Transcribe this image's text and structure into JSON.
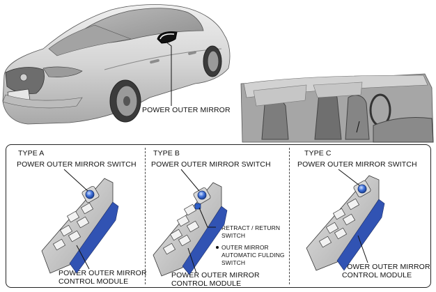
{
  "labels": {
    "power_outer_mirror": "POWER OUTER MIRROR",
    "type_a": "TYPE A",
    "type_b": "TYPE B",
    "type_c": "TYPE C",
    "switch_a": "POWER OUTER MIRROR SWITCH",
    "switch_b": "POWER OUTER MIRROR SWITCH",
    "switch_c": "POWER OUTER MIRROR SWITCH",
    "module_a_line1": "POWER OUTER MIRROR",
    "module_a_line2": "CONTROL MODULE",
    "module_b_line1": "POWER OUTER MIRROR",
    "module_b_line2": "CONTROL MODULE",
    "module_c_line1": "POWER OUTER MIRROR",
    "module_c_line2": "CONTROL MODULE",
    "retract_line1": "RETRACT / RETURN",
    "retract_line2": "SWITCH",
    "auto_line1": "OUTER MIRROR",
    "auto_line2": "AUTOMATIC FULDING",
    "auto_line3": "SWITCH"
  },
  "colors": {
    "car_body": "#d9d9d9",
    "car_shade": "#b5b5b5",
    "interior": "#9a9a9a",
    "panel_gray": "#c9c9c9",
    "switch_blue": "#2e5fc9",
    "module_blue": "#2f55b8",
    "line": "#111111"
  }
}
